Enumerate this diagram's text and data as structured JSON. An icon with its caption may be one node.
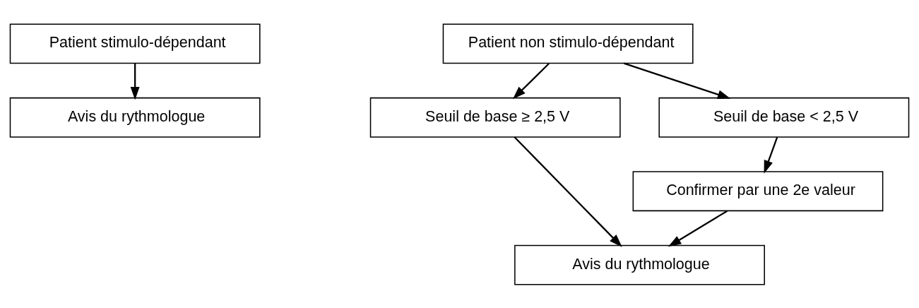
{
  "diagram": {
    "nodes": [
      {
        "text": [
          "Patient stimulo-dépendant"
        ]
      },
      {
        "text": [
          "Avis du rythmologue"
        ]
      },
      {
        "text": [
          "Patient non stimulo-dépendant"
        ]
      },
      {
        "text": [
          "Seuil de base ≥ 2,5 V"
        ]
      },
      {
        "text": [
          "Seuil de base < 2,5 V"
        ]
      },
      {
        "text": [
          "Confirmer par une 2e valeur"
        ]
      },
      {
        "text": [
          "Avis du rythmologue"
        ]
      }
    ],
    "edges": [
      {
        "from": 0,
        "to": 1,
        "arrow": "to"
      },
      {
        "from": 2,
        "to": 3,
        "arrow": "to"
      },
      {
        "from": 2,
        "to": 4,
        "arrow": "to"
      },
      {
        "from": 3,
        "to": 6,
        "arrow": "to"
      },
      {
        "from": 4,
        "to": 5,
        "arrow": "to"
      },
      {
        "from": 5,
        "to": 6,
        "arrow": "to"
      }
    ]
  }
}
